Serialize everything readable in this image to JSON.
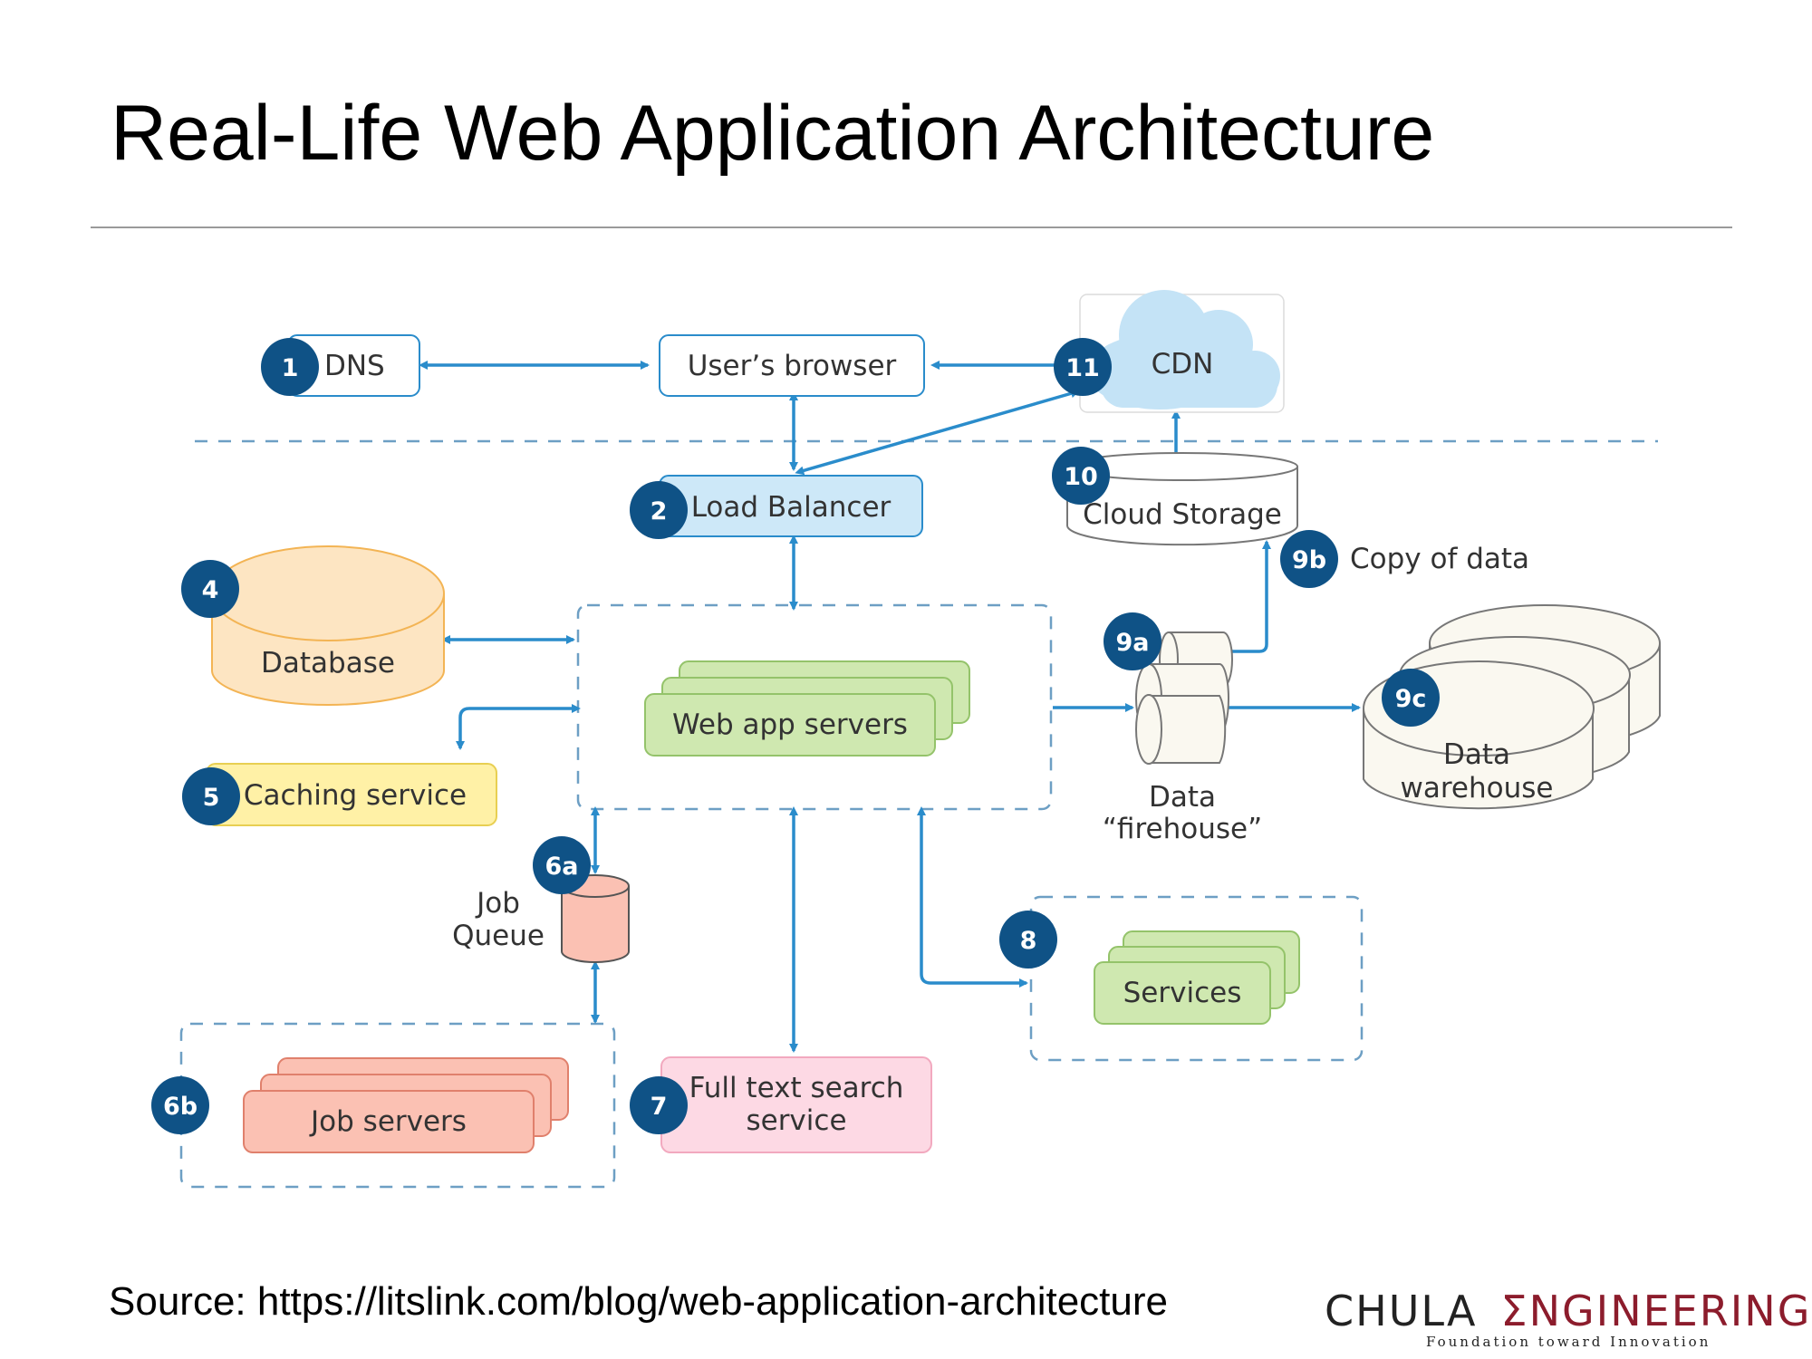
{
  "title": "Real-Life Web Application Architecture",
  "footer": "Source: https://litslink.com/blog/web-application-architecture",
  "logo": {
    "chula": "CHULA",
    "engineering": "ΣNGINEERING",
    "tagline": "Foundation toward Innovation"
  },
  "nodes": {
    "dns": "DNS",
    "browser": "User’s browser",
    "cdn": "CDN",
    "load_balancer": "Load Balancer",
    "cloud_storage": "Cloud Storage",
    "database": "Database",
    "web_app_servers": "Web app servers",
    "caching": "Caching service",
    "copy_of_data": "Copy of data",
    "firehouse_line1": "Data",
    "firehouse_line2": "“firehouse”",
    "warehouse_line1": "Data",
    "warehouse_line2": "warehouse",
    "job_queue_line1": "Job",
    "job_queue_line2": "Queue",
    "services": "Services",
    "job_servers": "Job servers",
    "search_line1": "Full text search",
    "search_line2": "service"
  },
  "badges": {
    "dns": "1",
    "load_balancer": "2",
    "database": "4",
    "caching": "5",
    "job_queue": "6a",
    "job_servers": "6b",
    "search": "7",
    "services": "8",
    "firehouse": "9a",
    "copy": "9b",
    "warehouse": "9c",
    "cloud_storage": "10",
    "cdn": "11"
  },
  "colors": {
    "badge": "#0f5286",
    "arrow": "#2a8ccb",
    "dash": "#6d9fc4",
    "lb_fill": "#cde8f8",
    "cdn_fill": "#c4e3f6",
    "db_fill": "#fde5c2",
    "db_stroke": "#f3b454",
    "cache_fill": "#fff1a6",
    "green_fill": "#cfe8b0",
    "green_stroke": "#94c36a",
    "red_fill": "#fbc1b3",
    "red_stroke": "#e0806c",
    "pink_fill": "#fdd9e4",
    "pink_stroke": "#f2a9bf",
    "cream_fill": "#faf8f0"
  }
}
